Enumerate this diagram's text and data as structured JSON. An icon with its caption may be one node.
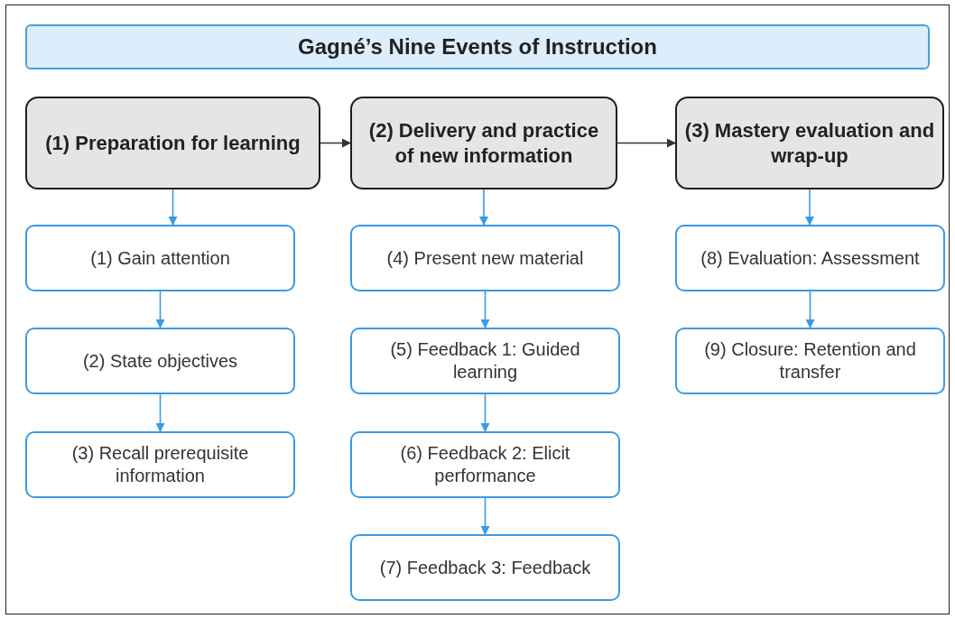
{
  "diagram": {
    "title": "Gagné’s Nine Events of Instruction",
    "nodes": [
      {
        "text": [
          "(1) Preparation for learning"
        ]
      },
      {
        "text": [
          "(2) Delivery and practice of new information"
        ]
      },
      {
        "text": [
          "(3) Mastery evaluation and wrap-up"
        ]
      },
      {
        "text": [
          "(1) Gain attention"
        ]
      },
      {
        "text": [
          "(2) State objectives"
        ]
      },
      {
        "text": [
          "(3) Recall prerequisite information"
        ]
      },
      {
        "text": [
          "(4) Present new material"
        ]
      },
      {
        "text": [
          "(5) Feedback 1: Guided learning"
        ]
      },
      {
        "text": [
          "(6) Feedback 2: Elicit performance"
        ]
      },
      {
        "text": [
          "(7) Feedback 3: Feedback"
        ]
      },
      {
        "text": [
          "(8) Evaluation: Assessment"
        ]
      },
      {
        "text": [
          "(9) Closure: Retention and transfer"
        ]
      }
    ],
    "edges": [
      {
        "from": 0,
        "to": 1,
        "arrow": "to",
        "color": "#333333"
      },
      {
        "from": 1,
        "to": 2,
        "arrow": "to",
        "color": "#333333"
      },
      {
        "from": 0,
        "to": 3,
        "arrow": "to"
      },
      {
        "from": 3,
        "to": 4,
        "arrow": "to"
      },
      {
        "from": 4,
        "to": 5,
        "arrow": "to"
      },
      {
        "from": 1,
        "to": 6,
        "arrow": "to"
      },
      {
        "from": 6,
        "to": 7,
        "arrow": "to"
      },
      {
        "from": 7,
        "to": 8,
        "arrow": "to"
      },
      {
        "from": 8,
        "to": 9,
        "arrow": "to"
      },
      {
        "from": 2,
        "to": 10,
        "arrow": "to"
      },
      {
        "from": 10,
        "to": 11,
        "arrow": "to"
      }
    ]
  }
}
